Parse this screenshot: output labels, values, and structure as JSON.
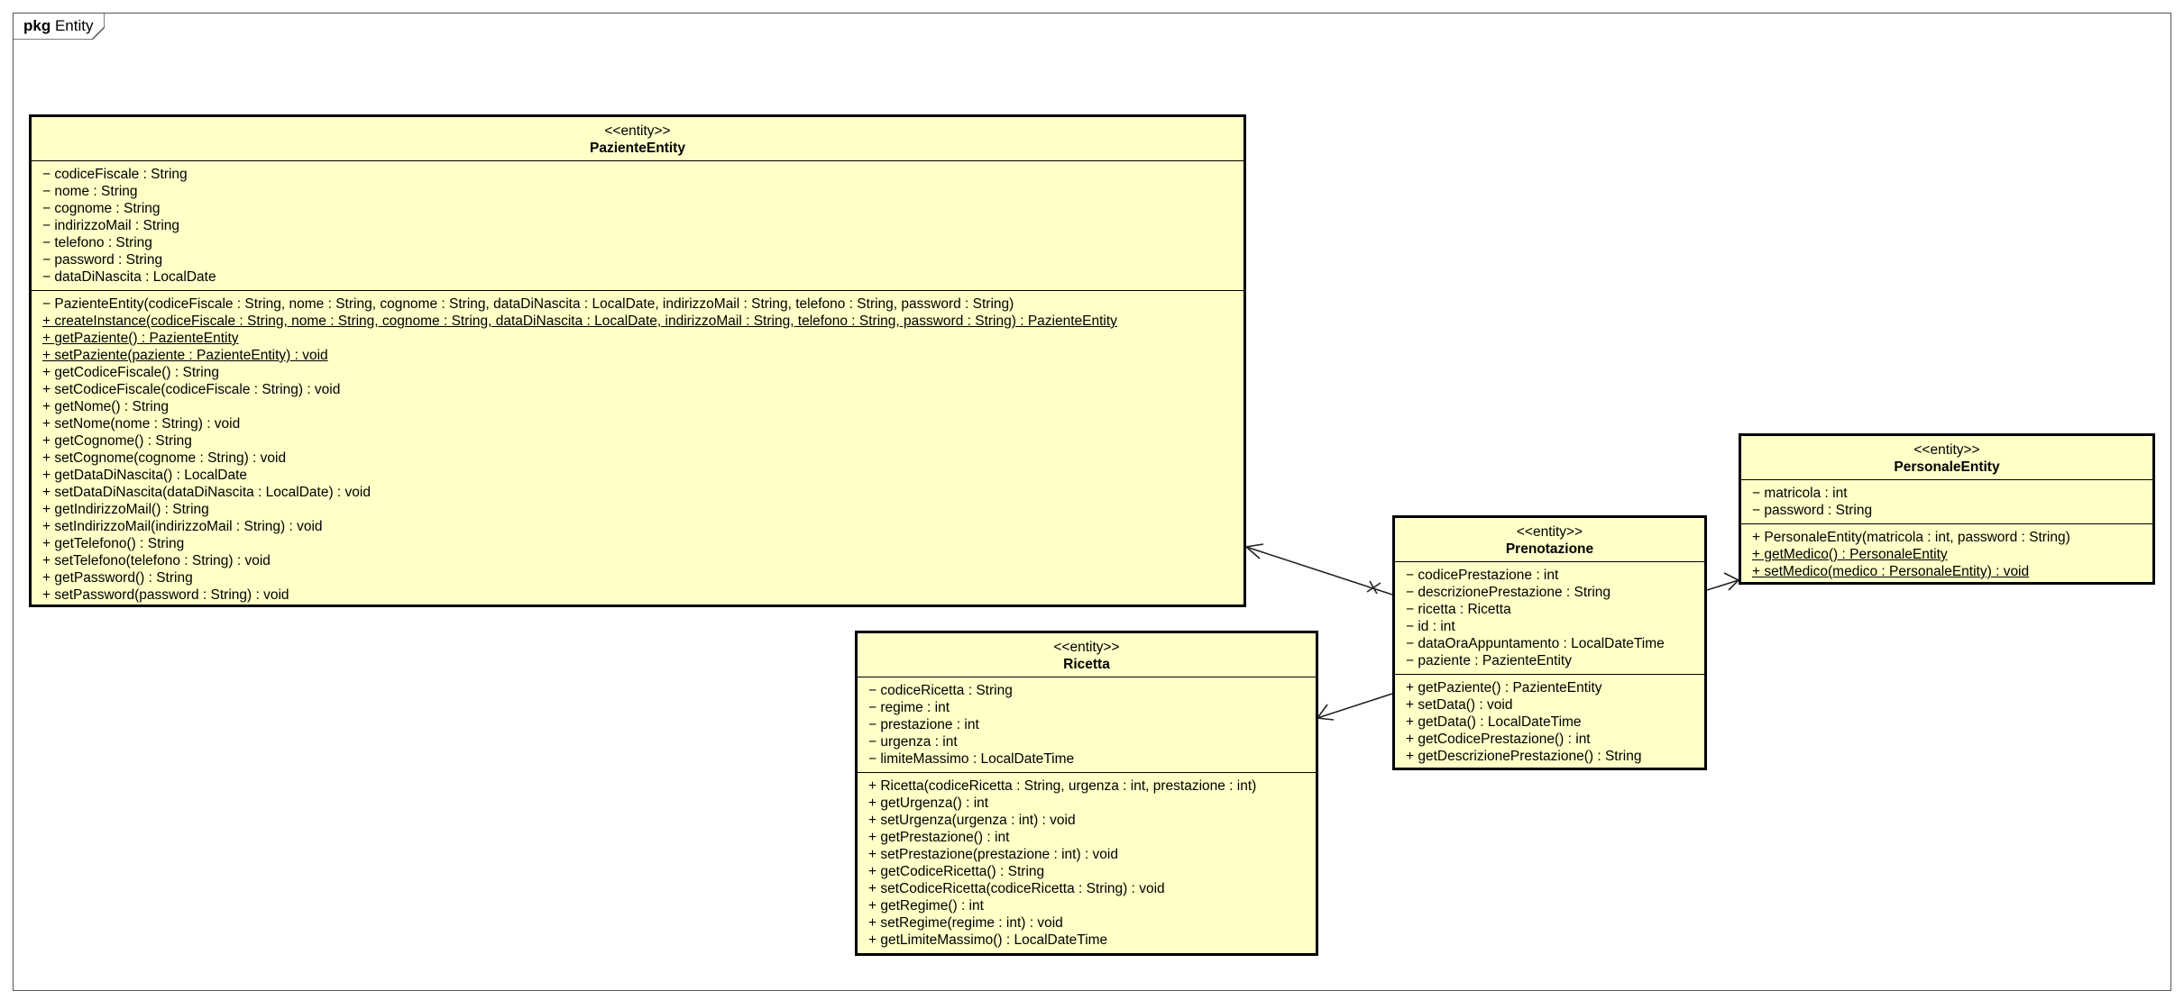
{
  "package": {
    "keyword": "pkg",
    "name": "Entity"
  },
  "classes": {
    "paziente": {
      "stereotype": "<<entity>>",
      "name": "PazienteEntity",
      "attributes": [
        "− codiceFiscale : String",
        "− nome : String",
        "− cognome : String",
        "− indirizzoMail : String",
        "− telefono : String",
        "− password : String",
        "− dataDiNascita : LocalDate"
      ],
      "operations": [
        {
          "text": "− PazienteEntity(codiceFiscale : String, nome : String, cognome : String, dataDiNascita : LocalDate, indirizzoMail : String, telefono : String, password : String)",
          "static": false
        },
        {
          "text": "+ createInstance(codiceFiscale : String, nome : String, cognome : String, dataDiNascita : LocalDate, indirizzoMail : String, telefono : String, password : String) : PazienteEntity",
          "static": true
        },
        {
          "text": "+ getPaziente() : PazienteEntity",
          "static": true
        },
        {
          "text": "+ setPaziente(paziente : PazienteEntity) : void",
          "static": true
        },
        {
          "text": "+ getCodiceFiscale() : String",
          "static": false
        },
        {
          "text": "+ setCodiceFiscale(codiceFiscale : String) : void",
          "static": false
        },
        {
          "text": "+ getNome() : String",
          "static": false
        },
        {
          "text": "+ setNome(nome : String) : void",
          "static": false
        },
        {
          "text": "+ getCognome() : String",
          "static": false
        },
        {
          "text": "+ setCognome(cognome : String) : void",
          "static": false
        },
        {
          "text": "+ getDataDiNascita() : LocalDate",
          "static": false
        },
        {
          "text": "+ setDataDiNascita(dataDiNascita : LocalDate) : void",
          "static": false
        },
        {
          "text": "+ getIndirizzoMail() : String",
          "static": false
        },
        {
          "text": "+ setIndirizzoMail(indirizzoMail : String) : void",
          "static": false
        },
        {
          "text": "+ getTelefono() : String",
          "static": false
        },
        {
          "text": "+ setTelefono(telefono : String) : void",
          "static": false
        },
        {
          "text": "+ getPassword() : String",
          "static": false
        },
        {
          "text": "+ setPassword(password : String) : void",
          "static": false
        }
      ]
    },
    "ricetta": {
      "stereotype": "<<entity>>",
      "name": "Ricetta",
      "attributes": [
        "− codiceRicetta : String",
        "− regime : int",
        "− prestazione : int",
        "− urgenza : int",
        "− limiteMassimo : LocalDateTime"
      ],
      "operations": [
        {
          "text": "+ Ricetta(codiceRicetta : String, urgenza : int, prestazione : int)",
          "static": false
        },
        {
          "text": "+ getUrgenza() : int",
          "static": false
        },
        {
          "text": "+ setUrgenza(urgenza : int) : void",
          "static": false
        },
        {
          "text": "+ getPrestazione() : int",
          "static": false
        },
        {
          "text": "+ setPrestazione(prestazione : int) : void",
          "static": false
        },
        {
          "text": "+ getCodiceRicetta() : String",
          "static": false
        },
        {
          "text": "+ setCodiceRicetta(codiceRicetta : String) : void",
          "static": false
        },
        {
          "text": "+ getRegime() : int",
          "static": false
        },
        {
          "text": "+ setRegime(regime : int) : void",
          "static": false
        },
        {
          "text": "+ getLimiteMassimo() : LocalDateTime",
          "static": false
        }
      ]
    },
    "prenotazione": {
      "stereotype": "<<entity>>",
      "name": "Prenotazione",
      "attributes": [
        "− codicePrestazione : int",
        "− descrizionePrestazione : String",
        "− ricetta : Ricetta",
        "− id : int",
        "− dataOraAppuntamento : LocalDateTime",
        "− paziente : PazienteEntity"
      ],
      "operations": [
        {
          "text": "+ getPaziente() : PazienteEntity",
          "static": false
        },
        {
          "text": "+ setData() : void",
          "static": false
        },
        {
          "text": "+ getData() : LocalDateTime",
          "static": false
        },
        {
          "text": "+ getCodicePrestazione() : int",
          "static": false
        },
        {
          "text": "+ getDescrizionePrestazione() : String",
          "static": false
        }
      ]
    },
    "personale": {
      "stereotype": "<<entity>>",
      "name": "PersonaleEntity",
      "attributes": [
        "− matricola : int",
        "− password : String"
      ],
      "operations": [
        {
          "text": "+ PersonaleEntity(matricola : int, password : String)",
          "static": false
        },
        {
          "text": "+ getMedico() : PersonaleEntity",
          "static": true
        },
        {
          "text": "+ setMedico(medico : PersonaleEntity) : void",
          "static": true
        }
      ]
    }
  }
}
